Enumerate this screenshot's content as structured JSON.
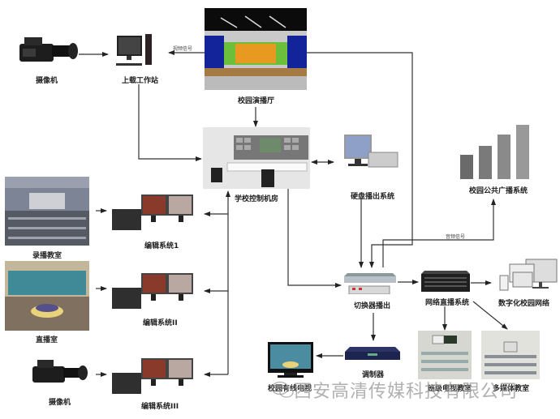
{
  "nodes": {
    "camera_top": {
      "label": "摄像机"
    },
    "upload_workstation": {
      "label": "上载工作站"
    },
    "campus_studio": {
      "label": "校园演播厅"
    },
    "control_room": {
      "label": "学校控制机房"
    },
    "disk_playout": {
      "label": "硬盘播出系统"
    },
    "campus_pa": {
      "label": "校园公共广播系统"
    },
    "recording_classroom": {
      "label": "录播教室"
    },
    "edit_system_1": {
      "label": "编辑系统1"
    },
    "live_room": {
      "label": "直播室"
    },
    "edit_system_2": {
      "label": "编辑系统II"
    },
    "camera_bottom": {
      "label": "摄像机"
    },
    "edit_system_3": {
      "label": "编辑系统III"
    },
    "switcher_playout": {
      "label": "切换器播出"
    },
    "network_live": {
      "label": "网络直播系统"
    },
    "digital_campus": {
      "label": "数字化校园网络"
    },
    "modulator": {
      "label": "调制器"
    },
    "campus_tv": {
      "label": "校园有线电视"
    },
    "class_tv_room": {
      "label": "班级电视教室"
    },
    "multimedia_room": {
      "label": "多媒体教室"
    }
  },
  "signals": {
    "video": "视频信号",
    "audio": "音频信号"
  },
  "watermark": "西安高清传媒科技有限公司",
  "colors": {
    "line": "#333333",
    "watermark": "#969696"
  }
}
